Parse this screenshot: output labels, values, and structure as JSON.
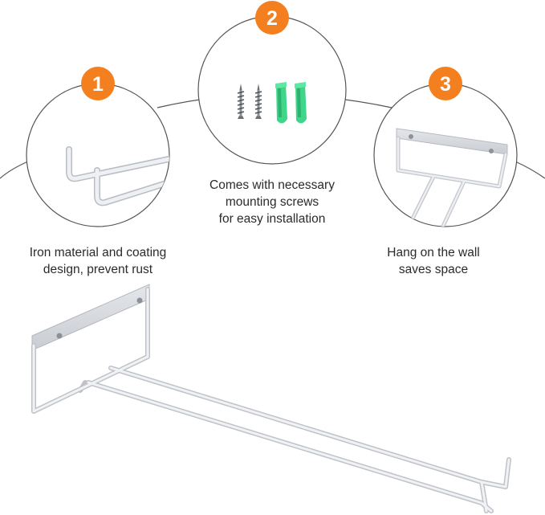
{
  "accent_color": "#f47f1f",
  "features": [
    {
      "number": "1",
      "icon": "hook-closeup-icon",
      "lines": [
        "Iron material and coating",
        "design, prevent rust"
      ]
    },
    {
      "number": "2",
      "icon": "screws-and-anchors-icon",
      "lines": [
        "Comes with necessary",
        "mounting screws",
        "for easy installation"
      ]
    },
    {
      "number": "3",
      "icon": "bracket-closeup-icon",
      "lines": [
        "Hang on the wall",
        "saves space"
      ]
    }
  ]
}
